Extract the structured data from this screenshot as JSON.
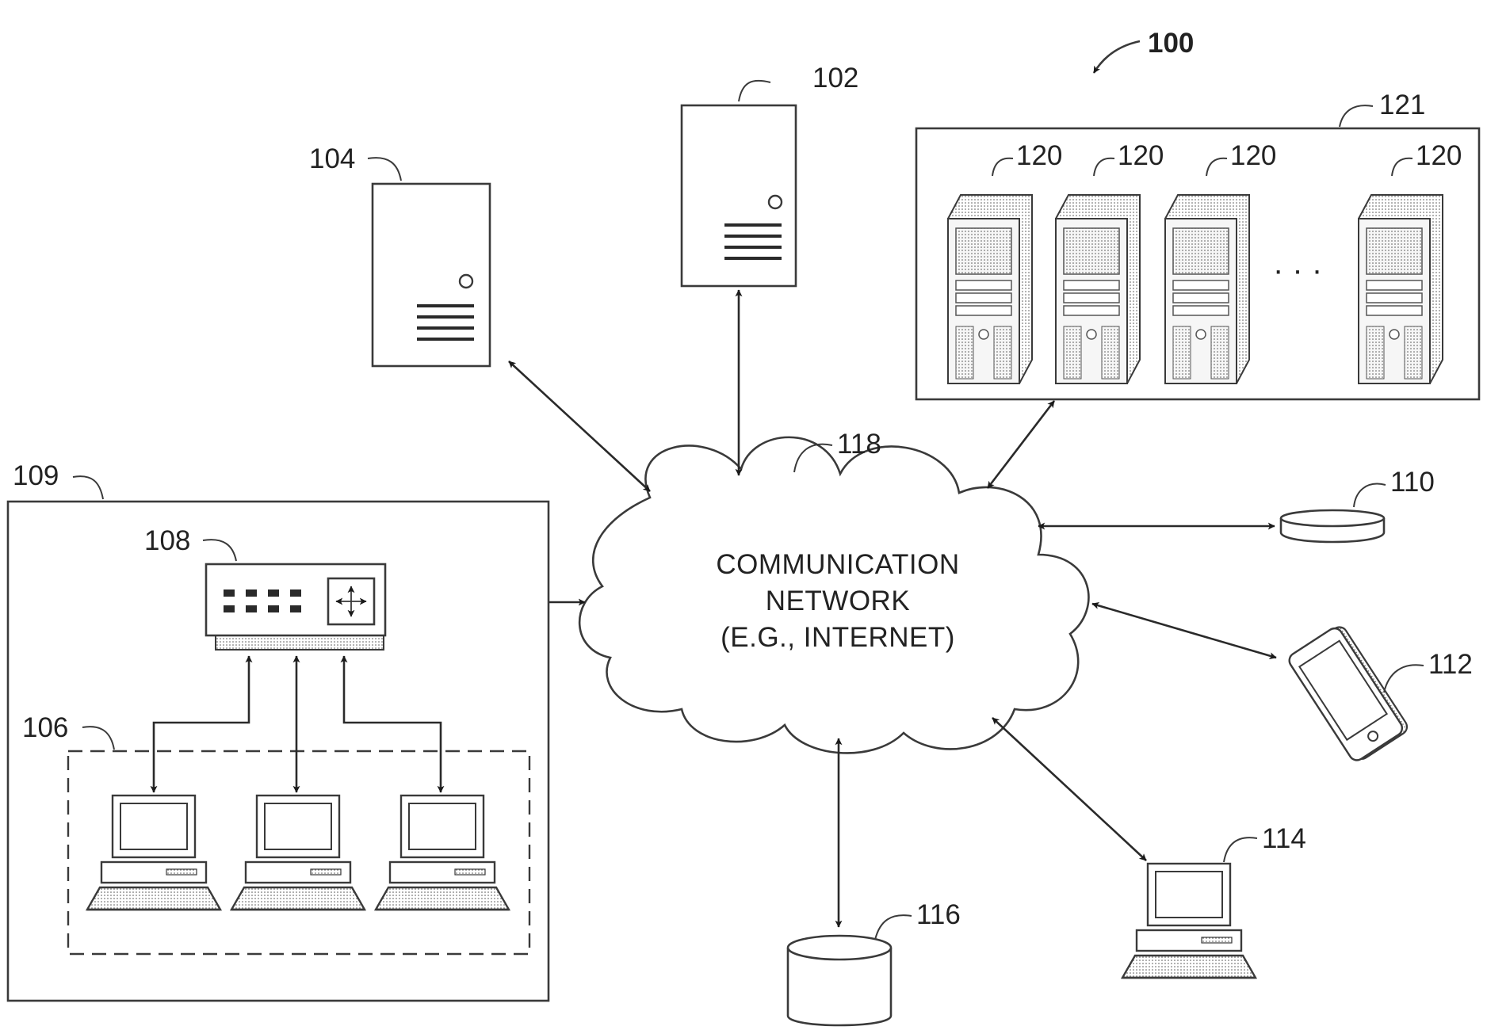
{
  "figure_number": "100",
  "network": {
    "ref": "118",
    "label_line1": "COMMUNICATION",
    "label_line2": "NETWORK",
    "label_line3": "(E.G., INTERNET)"
  },
  "components": {
    "server_top": "102",
    "server_left": "104",
    "local_computers_group": "106",
    "router": "108",
    "local_network_box": "109",
    "storage_disk": "110",
    "mobile_device": "112",
    "remote_computer": "114",
    "database": "116",
    "tower_server": "120",
    "server_cluster": "121"
  },
  "ellipsis": "· · ·"
}
